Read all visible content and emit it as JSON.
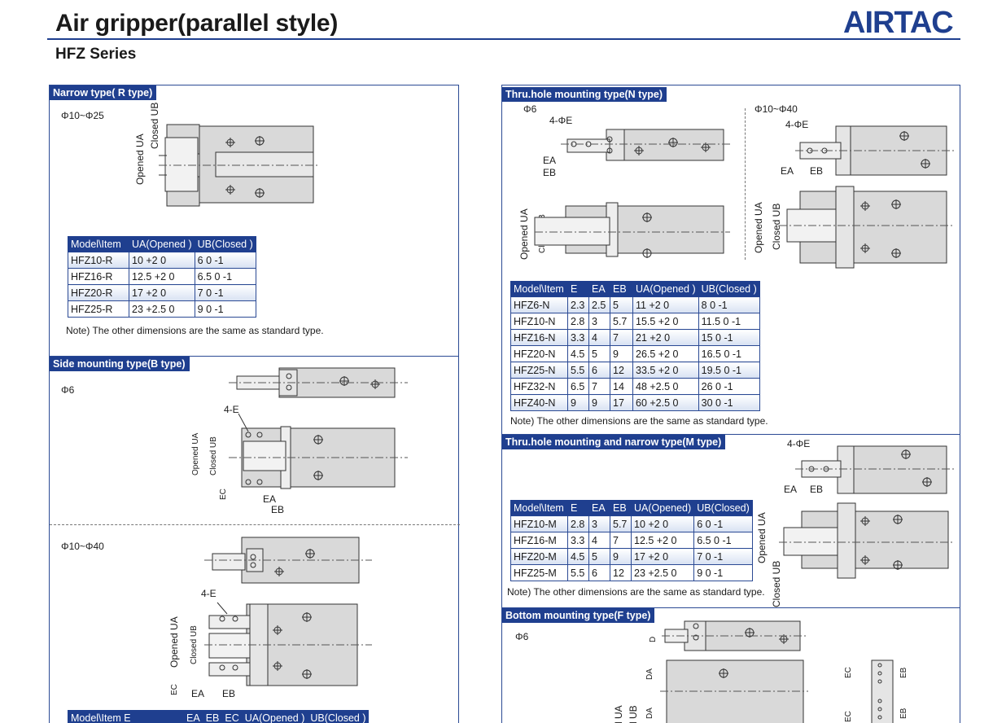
{
  "header": {
    "title": "Air gripper(parallel style)",
    "series": "HFZ Series",
    "logo_text": "AIRTAC",
    "brand_color": "#1f3f8f"
  },
  "r_type": {
    "heading": "Narrow type( R type)",
    "size_range": "Φ10~Φ25",
    "lbl_opened": "Opened UA",
    "lbl_closed": "Closed UB",
    "table": {
      "columns": [
        "Model\\Item",
        "UA(Opened )",
        "UB(Closed )"
      ],
      "rows": [
        [
          "HFZ10-R",
          "10 +2 0",
          "6 0 -1"
        ],
        [
          "HFZ16-R",
          "12.5 +2 0",
          "6.5 0 -1"
        ],
        [
          "HFZ20-R",
          "17 +2 0",
          "7 0 -1"
        ],
        [
          "HFZ25-R",
          "23 +2.5 0",
          "9 0 -1"
        ]
      ]
    },
    "note": "Note) The other dimensions are the same as standard type."
  },
  "b_type": {
    "heading": "Side  mounting type(B  type)",
    "size_a": "Φ6",
    "size_b": "Φ10~Φ40",
    "lbl_4e": "4-E",
    "lbl_ua": "Opened UA",
    "lbl_ub": "Closed UB",
    "lbl_ec": "EC",
    "lbl_ea": "EA",
    "lbl_eb": "EB",
    "table_partial": [
      "Model\\Item E",
      "EA",
      "EB",
      "EC",
      "UA(Opened )",
      "UB(Closed )"
    ]
  },
  "n_type": {
    "heading": "Thru.hole mounting type(N type)",
    "size_a": "Φ6",
    "size_b": "Φ10~Φ40",
    "lbl_4phie": "4-ΦE",
    "lbl_ea": "EA",
    "lbl_eb": "EB",
    "lbl_ua": "Opened UA",
    "lbl_ub": "Closed UB",
    "table": {
      "columns": [
        "Model\\Item",
        "E",
        "EA",
        "EB",
        "UA(Opened )",
        "UB(Closed )"
      ],
      "rows": [
        [
          "HFZ6-N",
          "2.3",
          "2.5",
          "5",
          "11 +2 0",
          "8 0 -1"
        ],
        [
          "HFZ10-N",
          "2.8",
          "3",
          "5.7",
          "15.5 +2 0",
          "11.5 0 -1"
        ],
        [
          "HFZ16-N",
          "3.3",
          "4",
          "7",
          "21 +2 0",
          "15 0 -1"
        ],
        [
          "HFZ20-N",
          "4.5",
          "5",
          "9",
          "26.5 +2 0",
          "16.5 0 -1"
        ],
        [
          "HFZ25-N",
          "5.5",
          "6",
          "12",
          "33.5 +2 0",
          "19.5 0 -1"
        ],
        [
          "HFZ32-N",
          "6.5",
          "7",
          "14",
          "48 +2.5 0",
          "26 0 -1"
        ],
        [
          "HFZ40-N",
          "9",
          "9",
          "17",
          "60 +2.5 0",
          "30 0 -1"
        ]
      ]
    },
    "note": "Note) The other dimensions are the same as standard type."
  },
  "m_type": {
    "heading": "Thru.hole mounting and narrow type(M type)",
    "lbl_4phie": "4-ΦE",
    "lbl_ea": "EA",
    "lbl_eb": "EB",
    "lbl_ua": "Opened UA",
    "lbl_ub": "Closed UB",
    "table": {
      "columns": [
        "Model\\Item",
        "E",
        "EA",
        "EB",
        "UA(Opened)",
        "UB(Closed)"
      ],
      "rows": [
        [
          "HFZ10-M",
          "2.8",
          "3",
          "5.7",
          "10 +2 0",
          "6 0 -1"
        ],
        [
          "HFZ16-M",
          "3.3",
          "4",
          "7",
          "12.5 +2 0",
          "6.5 0 -1"
        ],
        [
          "HFZ20-M",
          "4.5",
          "5",
          "9",
          "17 +2 0",
          "7 0 -1"
        ],
        [
          "HFZ25-M",
          "5.5",
          "6",
          "12",
          "23 +2.5 0",
          "9 0 -1"
        ]
      ]
    },
    "note": "Note) The other dimensions are the same as standard type."
  },
  "f_type": {
    "heading": "Bottom mounting type(F type)",
    "size_a": "Φ6",
    "lbl_d": "D",
    "lbl_da": "DA",
    "lbl_ec": "EC",
    "lbl_eb": "EB",
    "lbl_ua": "d UA",
    "lbl_ub": "d UB"
  }
}
